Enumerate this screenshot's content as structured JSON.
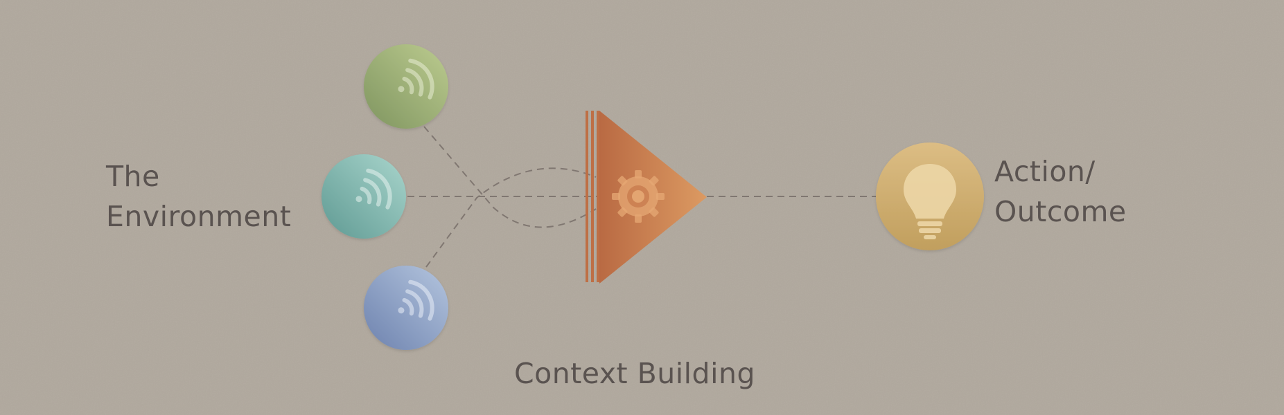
{
  "labels": {
    "environment": [
      "The",
      "Environment"
    ],
    "action_outcome": [
      "Action/",
      "Outcome"
    ],
    "context_building": "Context Building"
  },
  "sensors": [
    {
      "name": "green-sensor",
      "icon": "wifi-signal-icon",
      "color_light": "#bccb8f",
      "color_dark": "#7f9560"
    },
    {
      "name": "teal-sensor",
      "icon": "wifi-signal-icon",
      "color_light": "#a9d5cc",
      "color_dark": "#5f9a93"
    },
    {
      "name": "blue-sensor",
      "icon": "wifi-signal-icon",
      "color_light": "#b4c5de",
      "color_dark": "#6d82ae"
    }
  ],
  "processor": {
    "icon": "gear-icon",
    "color_light": "#d9935d",
    "color_dark": "#b96a43"
  },
  "outcome": {
    "icon": "lightbulb-icon",
    "color_light": "#dcbd84",
    "color_dark": "#c19f5e"
  },
  "colors": {
    "background": "#b0a89d",
    "connector": "#807771",
    "text": "#5a5350"
  }
}
